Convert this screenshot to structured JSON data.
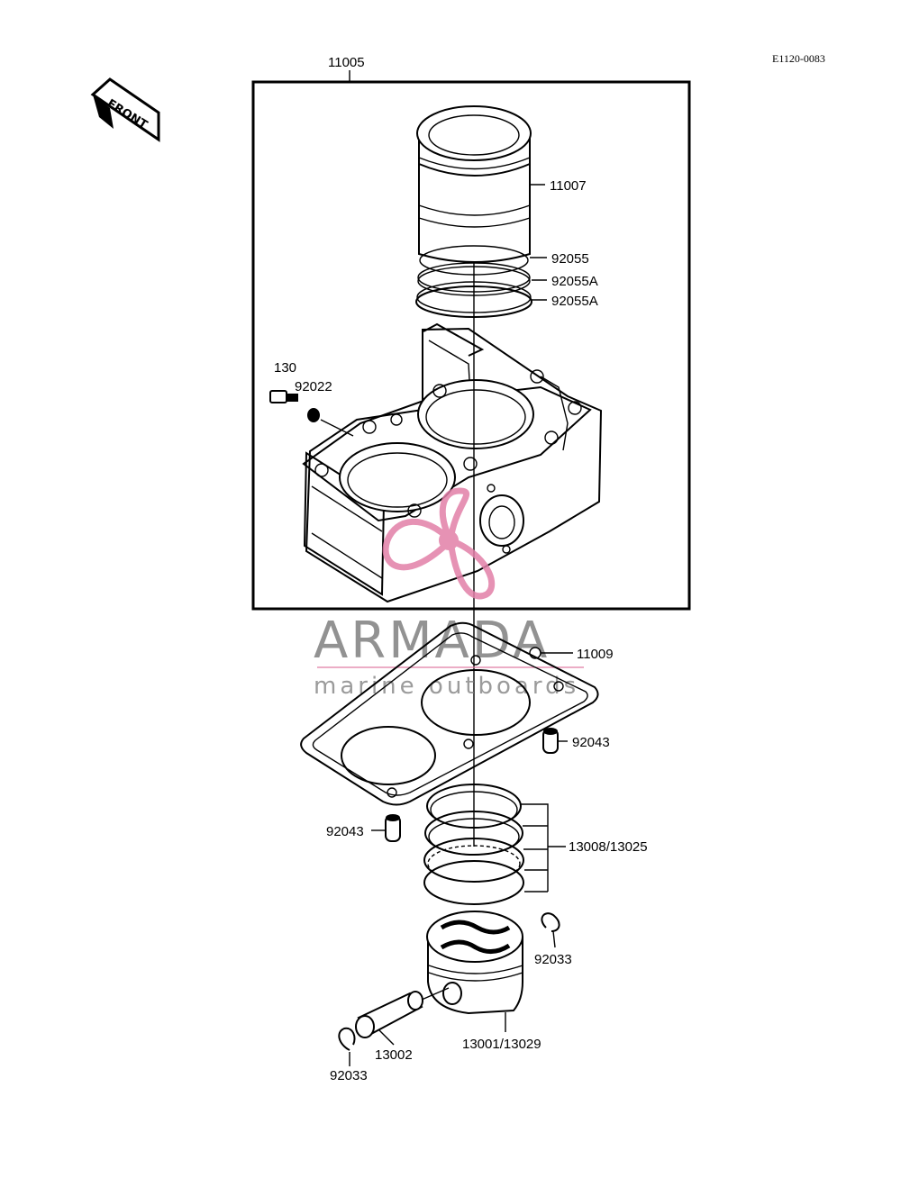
{
  "diagram_code": "E1120-0083",
  "front_label": "FRONT",
  "watermark": {
    "brand": "ARMADA",
    "tagline": "marine outboards",
    "accent_color": "#e27fa8"
  },
  "parts": {
    "assembly": "11005",
    "sleeve": "11007",
    "ring_top": "92055",
    "ring_second": "92055A",
    "ring_oil": "92055A",
    "bolt": "130",
    "washer": "92022",
    "gasket": "11009",
    "dowel_right": "92043",
    "dowel_left": "92043",
    "piston_rings": "13008/13025",
    "circlip_right": "92033",
    "piston_pin": "13002",
    "piston": "13001/13029",
    "circlip_left": "92033"
  }
}
